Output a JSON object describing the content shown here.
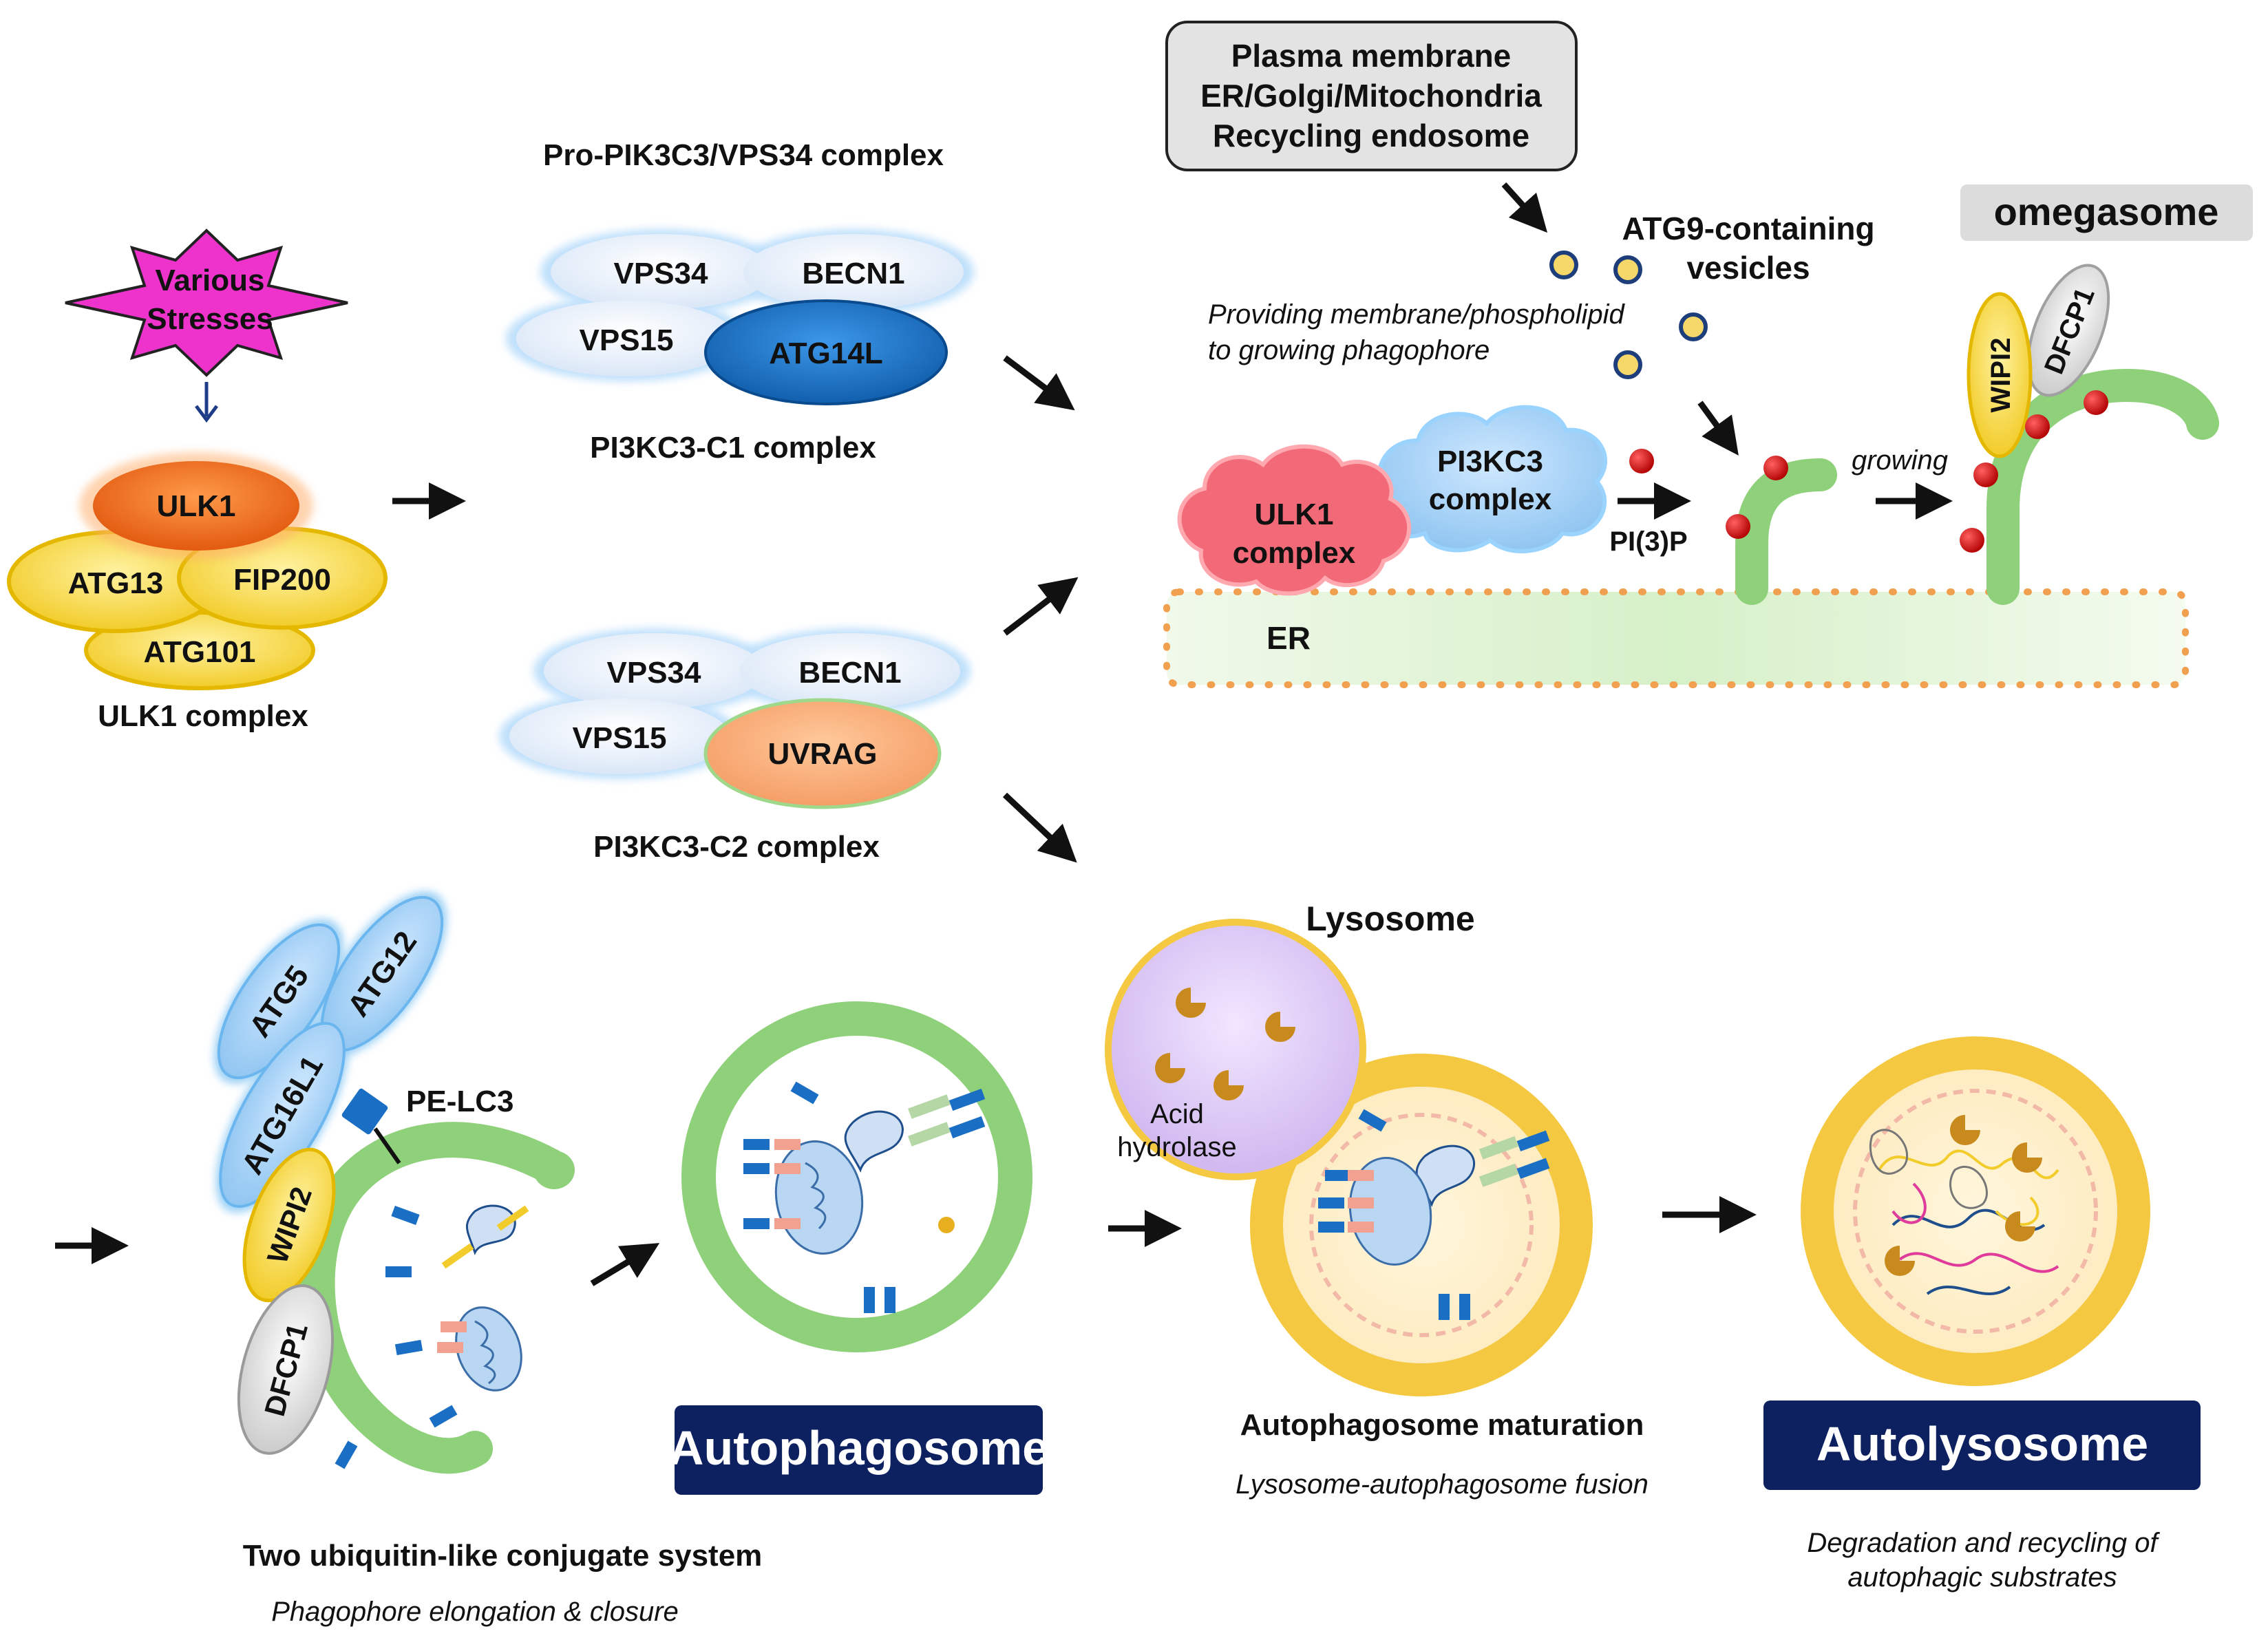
{
  "stress": {
    "line1": "Various",
    "line2": "Stresses"
  },
  "ulk1_complex": {
    "ulk1": "ULK1",
    "atg13": "ATG13",
    "fip200": "FIP200",
    "atg101": "ATG101",
    "caption": "ULK1 complex"
  },
  "c1": {
    "header": "Pro-PIK3C3/VPS34 complex",
    "vps34": "VPS34",
    "becn1": "BECN1",
    "vps15": "VPS15",
    "atg14l": "ATG14L",
    "caption": "PI3KC3-C1 complex"
  },
  "c2": {
    "vps34": "VPS34",
    "becn1": "BECN1",
    "vps15": "VPS15",
    "uvrag": "UVRAG",
    "caption": "PI3KC3-C2 complex"
  },
  "sources": {
    "line1": "Plasma membrane",
    "line2": "ER/Golgi/Mitochondria",
    "line3": "Recycling endosome"
  },
  "atg9": {
    "line1": "ATG9-containing",
    "line2": "vesicles"
  },
  "membrane_note": {
    "line1": "Providing membrane/phospholipid",
    "line2": "to growing phagophore"
  },
  "er_panel": {
    "pi3kc3_line1": "PI3KC3",
    "pi3kc3_line2": "complex",
    "ulk1_line1": "ULK1",
    "ulk1_line2": "complex",
    "er": "ER",
    "pi3p": "PI(3)P",
    "growing": "growing",
    "omegasome": "omegasome",
    "wipi2": "WIPI2",
    "dfcp1": "DFCP1"
  },
  "conjugation": {
    "atg5": "ATG5",
    "atg12": "ATG12",
    "atg16l1": "ATG16L1",
    "wipi2": "WIPI2",
    "dfcp1": "DFCP1",
    "pe_lc3": "PE-LC3",
    "caption": "Two ubiquitin-like conjugate system",
    "subcaption": "Phagophore elongation & closure"
  },
  "autophagosome": {
    "label": "Autophagosome"
  },
  "lysosome": {
    "title": "Lysosome",
    "acid_line1": "Acid",
    "acid_line2": "hydrolase"
  },
  "maturation": {
    "caption": "Autophagosome maturation",
    "subcaption": "Lysosome-autophagosome fusion"
  },
  "autolysosome": {
    "label": "Autolysosome",
    "sub_line1": "Degradation and recycling of",
    "sub_line2": "autophagic substrates"
  },
  "colors": {
    "star": "#ee33cc",
    "ulk1": "#ee6a1a",
    "yellow": "#f4d43c",
    "blue_dark": "#1a6fc4",
    "light_blue": "#e4eefa",
    "membrane_green": "#8fd07a",
    "er_fill": "#dff3d8",
    "dark_navy": "#0d2160",
    "pi3p_red": "#dd1111"
  }
}
